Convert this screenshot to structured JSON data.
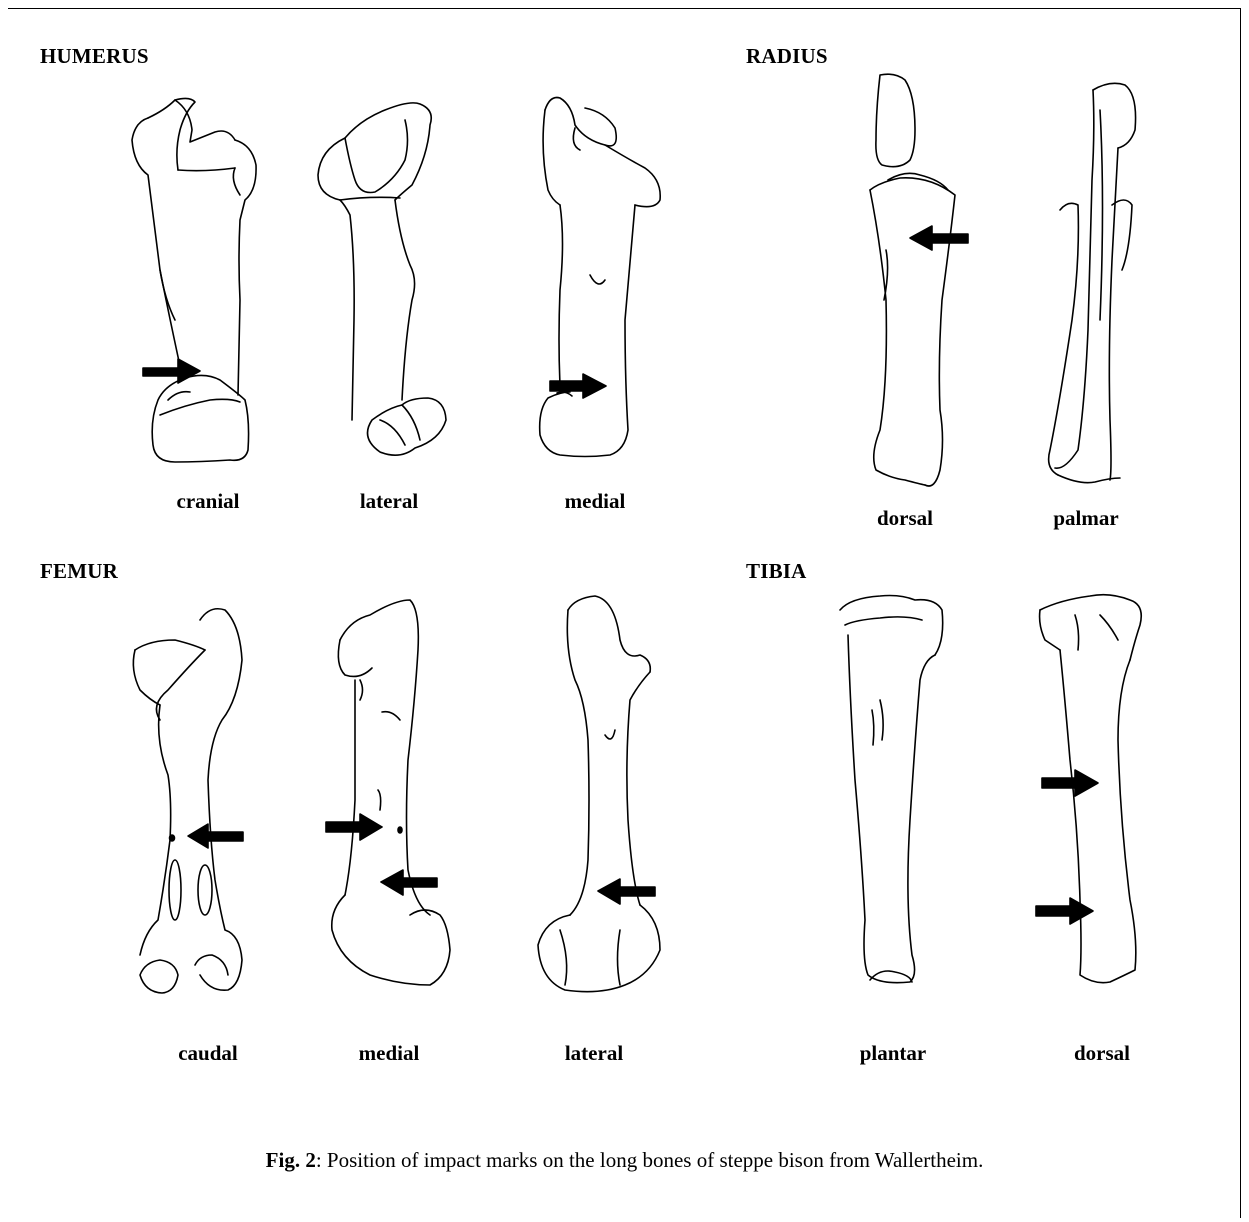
{
  "sections": {
    "humerus": {
      "title": "HUMERUS",
      "views": [
        "cranial",
        "lateral",
        "medial"
      ]
    },
    "radius": {
      "title": "RADIUS",
      "views": [
        "dorsal",
        "palmar"
      ]
    },
    "femur": {
      "title": "FEMUR",
      "views": [
        "caudal",
        "medial",
        "lateral"
      ]
    },
    "tibia": {
      "title": "TIBIA",
      "views": [
        "plantar",
        "dorsal"
      ]
    }
  },
  "caption": {
    "label": "Fig. 2",
    "text": ": Position of impact marks on the long bones of steppe bison from Wallertheim."
  },
  "icons": {
    "marker": "arrow-icon"
  }
}
